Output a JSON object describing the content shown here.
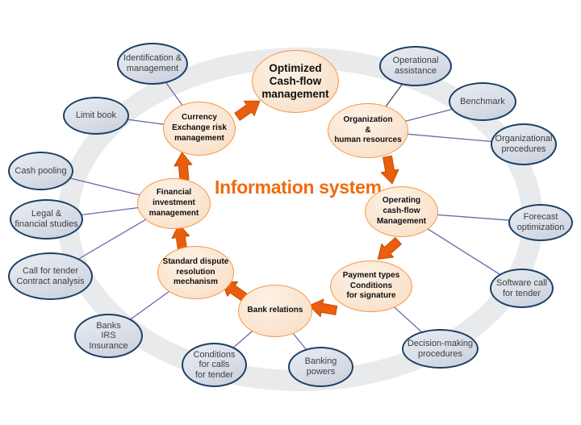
{
  "title": "Optimized cash-flow management cycle around an information system",
  "center_label": "Information system",
  "colors": {
    "center_text": "#F2690D",
    "arrow_fill": "#EA5E0D",
    "arrow_stroke": "#C24E00",
    "inner_fill": "#F9E2CB",
    "inner_fill_light": "#FDF2E6",
    "inner_border": "#F79646",
    "outer_fill": "#D7DCE6",
    "outer_fill_light": "#E9EDF2",
    "outer_fill_dark": "#C9D0DC",
    "outer_border": "#1B4064",
    "line": "#6B6BAB",
    "line_dark": "#4D4D4D",
    "ring": "#E9EAEC"
  },
  "inner_nodes": [
    {
      "id": "optimized-cash-flow-management",
      "label": "Optimized\nCash-flow\nmanagement"
    },
    {
      "id": "organization-human-resources",
      "label": "Organization\n&\nhuman resources"
    },
    {
      "id": "operating-cash-flow-management",
      "label": "Operating\ncash-flow\nManagement"
    },
    {
      "id": "payment-types-conditions-for-signature",
      "label": "Payment types\nConditions\nfor signature"
    },
    {
      "id": "bank-relations",
      "label": "Bank relations"
    },
    {
      "id": "standard-dispute-resolution-mechanism",
      "label": "Standard dispute\nresolution\nmechanism"
    },
    {
      "id": "financial-investment-management",
      "label": "Financial\ninvestment\nmanagement"
    },
    {
      "id": "currency-exchange-risk-management",
      "label": "Currency\nExchange risk\nmanagement"
    }
  ],
  "outer_nodes": [
    {
      "id": "identification-management",
      "label": "Identification &\nmanagement"
    },
    {
      "id": "limit-book",
      "label": "Limit book"
    },
    {
      "id": "cash-pooling",
      "label": "Cash pooling"
    },
    {
      "id": "legal-financial-studies",
      "label": "Legal &\nfinancial studies"
    },
    {
      "id": "call-for-tender-contract-analysis",
      "label": "Call for tender\nContract analysis"
    },
    {
      "id": "banks-irs-insurance",
      "label": "Banks\nIRS\nInsurance"
    },
    {
      "id": "conditions-for-calls-for-tender",
      "label": "Conditions\nfor calls\nfor tender"
    },
    {
      "id": "banking-powers",
      "label": "Banking\npowers"
    },
    {
      "id": "decision-making-procedures",
      "label": "Decision-making\nprocedures"
    },
    {
      "id": "software-call-for-tender",
      "label": "Software call\nfor tender"
    },
    {
      "id": "forecast-optimization",
      "label": "Forecast\noptimization"
    },
    {
      "id": "organizational-procedures",
      "label": "Organizational\nprocedures"
    },
    {
      "id": "benchmark",
      "label": "Benchmark"
    },
    {
      "id": "operational-assistance",
      "label": "Operational\nassistance"
    }
  ],
  "connections": [
    [
      "identification-management",
      "currency-exchange-risk-management"
    ],
    [
      "limit-book",
      "currency-exchange-risk-management"
    ],
    [
      "cash-pooling",
      "financial-investment-management"
    ],
    [
      "legal-financial-studies",
      "financial-investment-management"
    ],
    [
      "call-for-tender-contract-analysis",
      "financial-investment-management"
    ],
    [
      "banks-irs-insurance",
      "standard-dispute-resolution-mechanism"
    ],
    [
      "conditions-for-calls-for-tender",
      "bank-relations"
    ],
    [
      "banking-powers",
      "bank-relations"
    ],
    [
      "decision-making-procedures",
      "payment-types-conditions-for-signature"
    ],
    [
      "software-call-for-tender",
      "operating-cash-flow-management"
    ],
    [
      "forecast-optimization",
      "operating-cash-flow-management"
    ],
    [
      "organizational-procedures",
      "organization-human-resources"
    ],
    [
      "benchmark",
      "organization-human-resources"
    ],
    [
      "operational-assistance",
      "organization-human-resources"
    ]
  ],
  "cycle_arrows": [
    [
      "organization-human-resources",
      "operating-cash-flow-management"
    ],
    [
      "operating-cash-flow-management",
      "payment-types-conditions-for-signature"
    ],
    [
      "payment-types-conditions-for-signature",
      "bank-relations"
    ],
    [
      "bank-relations",
      "standard-dispute-resolution-mechanism"
    ],
    [
      "standard-dispute-resolution-mechanism",
      "financial-investment-management"
    ],
    [
      "financial-investment-management",
      "currency-exchange-risk-management"
    ],
    [
      "currency-exchange-risk-management",
      "optimized-cash-flow-management"
    ]
  ]
}
